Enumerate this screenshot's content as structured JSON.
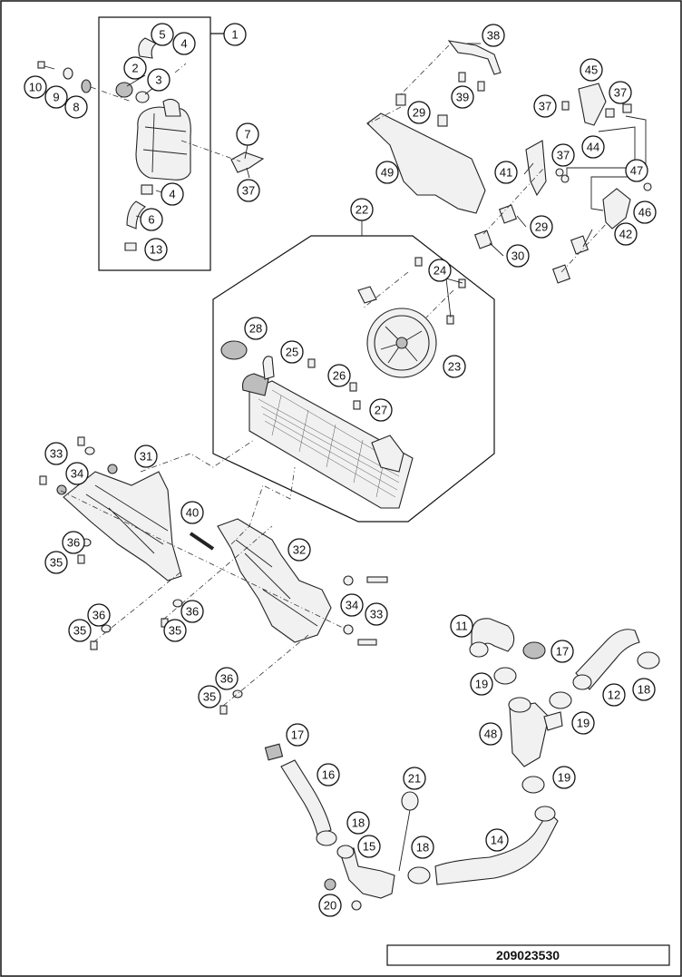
{
  "drawing_number": "209023530",
  "callouts": [
    {
      "id": "c1",
      "label": "1"
    },
    {
      "id": "c2",
      "label": "2"
    },
    {
      "id": "c3",
      "label": "3"
    },
    {
      "id": "c4a",
      "label": "4"
    },
    {
      "id": "c4b",
      "label": "4"
    },
    {
      "id": "c5",
      "label": "5"
    },
    {
      "id": "c6",
      "label": "6"
    },
    {
      "id": "c7",
      "label": "7"
    },
    {
      "id": "c8",
      "label": "8"
    },
    {
      "id": "c9",
      "label": "9"
    },
    {
      "id": "c10",
      "label": "10"
    },
    {
      "id": "c11",
      "label": "11"
    },
    {
      "id": "c12",
      "label": "12"
    },
    {
      "id": "c13",
      "label": "13"
    },
    {
      "id": "c14",
      "label": "14"
    },
    {
      "id": "c15",
      "label": "15"
    },
    {
      "id": "c16",
      "label": "16"
    },
    {
      "id": "c17a",
      "label": "17"
    },
    {
      "id": "c17b",
      "label": "17"
    },
    {
      "id": "c18a",
      "label": "18"
    },
    {
      "id": "c18b",
      "label": "18"
    },
    {
      "id": "c18c",
      "label": "18"
    },
    {
      "id": "c19a",
      "label": "19"
    },
    {
      "id": "c19b",
      "label": "19"
    },
    {
      "id": "c19c",
      "label": "19"
    },
    {
      "id": "c20",
      "label": "20"
    },
    {
      "id": "c21",
      "label": "21"
    },
    {
      "id": "c22",
      "label": "22"
    },
    {
      "id": "c23",
      "label": "23"
    },
    {
      "id": "c24",
      "label": "24"
    },
    {
      "id": "c25",
      "label": "25"
    },
    {
      "id": "c26",
      "label": "26"
    },
    {
      "id": "c27",
      "label": "27"
    },
    {
      "id": "c28",
      "label": "28"
    },
    {
      "id": "c29a",
      "label": "29"
    },
    {
      "id": "c29b",
      "label": "29"
    },
    {
      "id": "c30",
      "label": "30"
    },
    {
      "id": "c31",
      "label": "31"
    },
    {
      "id": "c32",
      "label": "32"
    },
    {
      "id": "c33a",
      "label": "33"
    },
    {
      "id": "c33b",
      "label": "33"
    },
    {
      "id": "c34a",
      "label": "34"
    },
    {
      "id": "c34b",
      "label": "34"
    },
    {
      "id": "c35a",
      "label": "35"
    },
    {
      "id": "c35b",
      "label": "35"
    },
    {
      "id": "c35c",
      "label": "35"
    },
    {
      "id": "c35d",
      "label": "35"
    },
    {
      "id": "c36a",
      "label": "36"
    },
    {
      "id": "c36b",
      "label": "36"
    },
    {
      "id": "c36c",
      "label": "36"
    },
    {
      "id": "c36d",
      "label": "36"
    },
    {
      "id": "c37a",
      "label": "37"
    },
    {
      "id": "c37b",
      "label": "37"
    },
    {
      "id": "c37c",
      "label": "37"
    },
    {
      "id": "c37d",
      "label": "37"
    },
    {
      "id": "c38",
      "label": "38"
    },
    {
      "id": "c39",
      "label": "39"
    },
    {
      "id": "c40",
      "label": "40"
    },
    {
      "id": "c41",
      "label": "41"
    },
    {
      "id": "c42",
      "label": "42"
    },
    {
      "id": "c44",
      "label": "44"
    },
    {
      "id": "c45",
      "label": "45"
    },
    {
      "id": "c46",
      "label": "46"
    },
    {
      "id": "c47",
      "label": "47"
    },
    {
      "id": "c48",
      "label": "48"
    },
    {
      "id": "c49",
      "label": "49"
    }
  ]
}
